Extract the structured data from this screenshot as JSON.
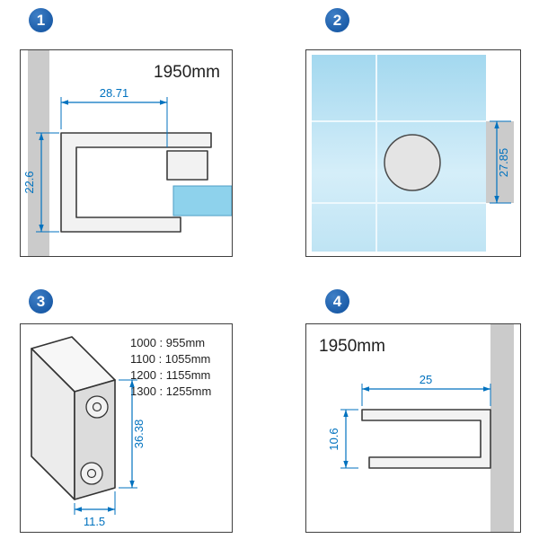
{
  "colors": {
    "badge_blue": "#1b5ca8",
    "dimension_blue": "#0072bf",
    "glass_blue": "#8ed2ec",
    "glass_blue_light": "#ddf1fa",
    "wall_gray": "#cbcbcb",
    "outline_gray": "#3c3c3c"
  },
  "panels": {
    "p1": {
      "number": "1",
      "length_label": "1950mm",
      "dim_width": "28.71",
      "dim_height": "22.6"
    },
    "p2": {
      "number": "2",
      "dim_offset": "27.85"
    },
    "p3": {
      "number": "3",
      "size_options": [
        "1000 : 955mm",
        "1100 : 1055mm",
        "1200 : 1155mm",
        "1300 : 1255mm"
      ],
      "dim_height": "36.38",
      "dim_width": "11.5"
    },
    "p4": {
      "number": "4",
      "length_label": "1950mm",
      "dim_width": "25",
      "dim_height": "10.6"
    }
  }
}
